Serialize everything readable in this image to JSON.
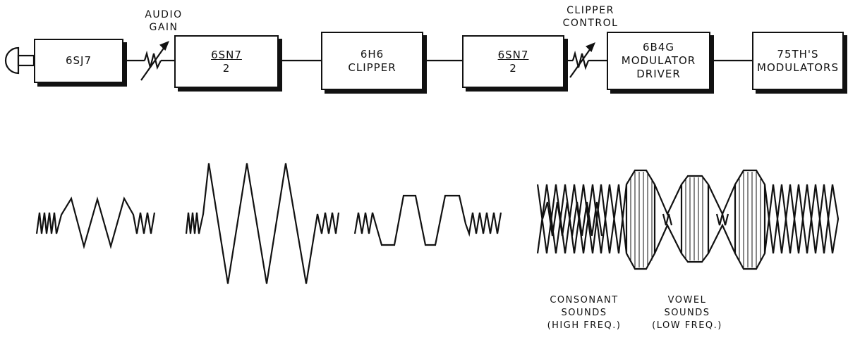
{
  "diagram": {
    "blocks": [
      {
        "id": "6sj7",
        "lines": [
          "6SJ7"
        ],
        "fraction": false
      },
      {
        "id": "6sn7-a",
        "lines": [
          "6SN7",
          "2"
        ],
        "fraction": true
      },
      {
        "id": "6h6",
        "lines": [
          "6H6",
          "CLIPPER"
        ],
        "fraction": false
      },
      {
        "id": "6sn7-b",
        "lines": [
          "6SN7",
          "2"
        ],
        "fraction": true
      },
      {
        "id": "6b4g",
        "lines": [
          "6B4G",
          "MODULATOR",
          "DRIVER"
        ],
        "fraction": false
      },
      {
        "id": "75th",
        "lines": [
          "75TH'S",
          "MODULATORS"
        ],
        "fraction": false
      }
    ],
    "controls": {
      "audio_gain": [
        "AUDIO",
        "GAIN"
      ],
      "clipper_control": [
        "CLIPPER",
        "CONTROL"
      ]
    },
    "captions": {
      "consonant": [
        "CONSONANT",
        "SOUNDS",
        "(HIGH FREQ.)"
      ],
      "vowel": [
        "VOWEL",
        "SOUNDS",
        "(LOW FREQ.)"
      ]
    }
  }
}
